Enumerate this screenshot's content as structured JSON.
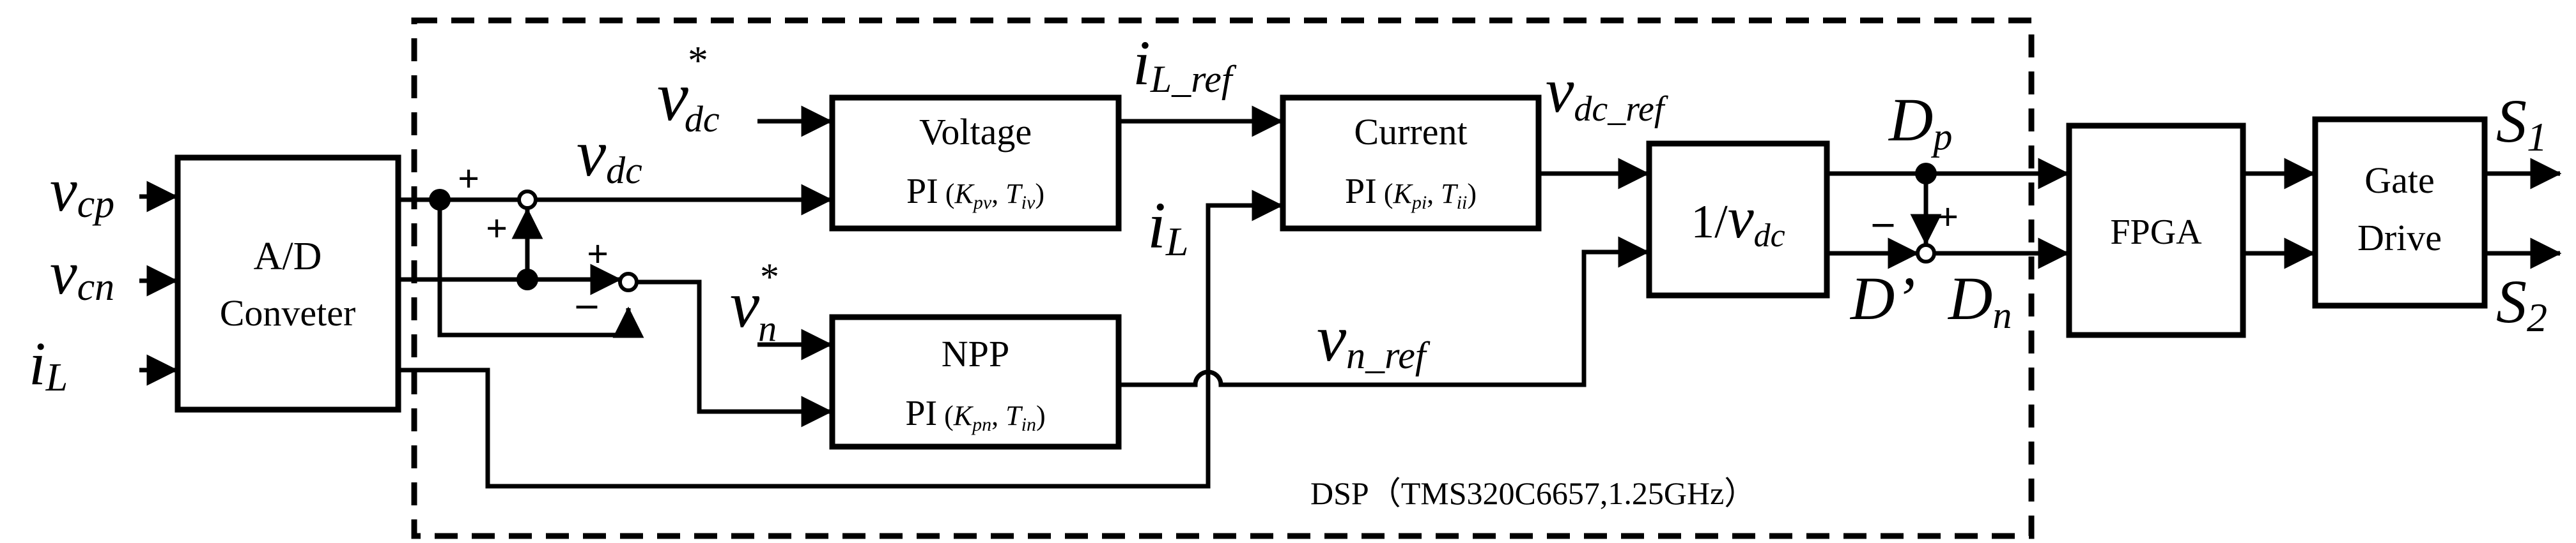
{
  "blocks": {
    "adc_line1": "A/D",
    "adc_line2": "Conveter",
    "voltage_title": "Voltage",
    "voltage_pi": "PI",
    "voltage_kp": "K",
    "voltage_kp_sub": "pv",
    "voltage_ti": "T",
    "voltage_ti_sub": "iv",
    "current_title": "Current",
    "current_pi": "PI",
    "current_kp": "K",
    "current_kp_sub": "pi",
    "current_ti": "T",
    "current_ti_sub": "ii",
    "npp_title": "NPP",
    "npp_pi": "PI",
    "npp_kp": "K",
    "npp_kp_sub": "pn",
    "npp_ti": "T",
    "npp_ti_sub": "in",
    "divider_prefix": "1/",
    "divider_var": "v",
    "divider_sub": "dc",
    "fpga": "FPGA",
    "gate_line1": "Gate",
    "gate_line2": "Drive"
  },
  "signals": {
    "vcp": "v",
    "vcp_sub": "cp",
    "vcn": "v",
    "vcn_sub": "cn",
    "iL_in": "i",
    "iL_in_sub": "L",
    "vdc_ref_star": "v",
    "vdc_ref_star_sup": "*",
    "vdc_ref_star_sub": "dc",
    "vdc": "v",
    "vdc_sub": "dc",
    "vn_star": "v",
    "vn_star_sup": "*",
    "vn_star_sub": "n",
    "iL_ref": "i",
    "iL_ref_sub": "L_ref",
    "iL": "i",
    "iL_sub": "L",
    "vdc_ref": "v",
    "vdc_ref_sub": "dc_ref",
    "vn_ref": "v",
    "vn_ref_sub": "n_ref",
    "Dp": "D",
    "Dp_sub": "p",
    "Dn": "D",
    "Dn_sub": "n",
    "Dprime": "D’",
    "S1": "S",
    "S1_sub": "1",
    "S2": "S",
    "S2_sub": "2"
  },
  "signs": {
    "plus": "+",
    "minus": "–"
  },
  "dsp_label": "DSP（TMS320C6657,1.25GHz）",
  "pi_comma": ","
}
